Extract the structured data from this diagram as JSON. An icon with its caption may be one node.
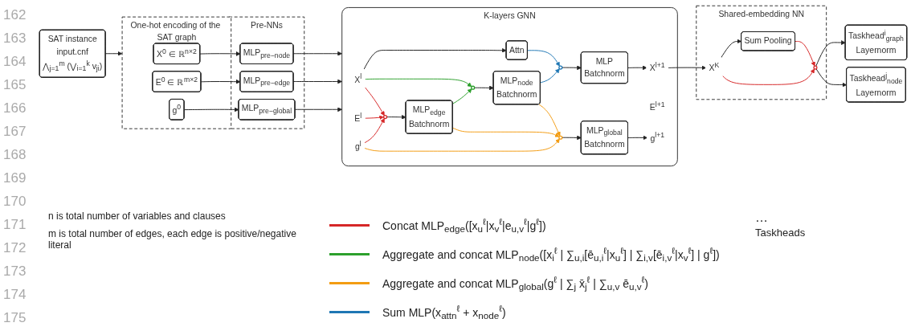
{
  "diagram": {
    "nodes": [
      {
        "text": [
          "SAT instance",
          "input.cnf",
          "⋀$_{j=1}$$^{m}$ (⋁$_{i=1}$$^{k}$ v$_{ji}$)"
        ]
      },
      {
        "text": [
          "One-hot encoding of the SAT graph"
        ]
      },
      {
        "text": [
          "X$^{0}$ ∈ ℝ$^{n×2}$"
        ],
        "in": 1
      },
      {
        "text": [
          "E$^{0}$ ∈ ℝ$^{m×2}$"
        ],
        "in": 1
      },
      {
        "text": [
          "g$^{0}$"
        ],
        "in": 1
      },
      {
        "text": [
          "Pre-NNs"
        ]
      },
      {
        "text": [
          "MLP$_{pre−node}$"
        ],
        "in": 5
      },
      {
        "text": [
          "MLP$_{pre−edge}$"
        ],
        "in": 5
      },
      {
        "text": [
          "MLP$_{pre−global}$"
        ],
        "in": 5
      },
      {
        "text": [
          "K-layers GNN"
        ]
      },
      {
        "text": [
          "X$^{l}$"
        ],
        "in": 9
      },
      {
        "text": [
          "E$^{l}$"
        ],
        "in": 9
      },
      {
        "text": [
          "g$^{l}$"
        ],
        "in": 9
      },
      {
        "text": [
          "Attn"
        ],
        "in": 9
      },
      {
        "text": [],
        "shape": "circle",
        "in": 9
      },
      {
        "text": [
          "MLP$_{node}$",
          "Batchnorm"
        ],
        "in": 9
      },
      {
        "text": [],
        "shape": "circle",
        "in": 9
      },
      {
        "text": [
          "MLP$_{edge}$",
          "Batchnorm"
        ],
        "in": 9
      },
      {
        "text": [],
        "shape": "circle",
        "in": 9
      },
      {
        "text": [
          "MLP$_{global}$",
          "Batchnorm"
        ],
        "in": 9
      },
      {
        "text": [],
        "shape": "circle",
        "in": 9
      },
      {
        "text": [
          "MLP",
          "Batchnorm"
        ],
        "in": 9
      },
      {
        "text": [
          "X$^{l+1}$"
        ],
        "in": 9
      },
      {
        "text": [
          "E$^{l+1}$"
        ],
        "in": 9
      },
      {
        "text": [
          "g$^{l+1}$"
        ],
        "in": 9
      },
      {
        "text": [
          "Shared-embedding NN"
        ]
      },
      {
        "text": [
          "X$^{K}$"
        ],
        "in": 25
      },
      {
        "text": [
          "Sum Pooling"
        ],
        "in": 25
      },
      {
        "text": [],
        "shape": "circle",
        "in": 25
      },
      {
        "text": [
          "Taskhead$^{i}$$_{graph}$",
          "Layernorm"
        ]
      },
      {
        "text": [
          "Taskhead$^{j}$$_{node}$",
          "Layernorm"
        ]
      }
    ],
    "edges": [
      {
        "from": 0,
        "to": 1,
        "arrow": "to"
      },
      {
        "from": 2,
        "to": 6,
        "arrow": "to"
      },
      {
        "from": 3,
        "to": 7,
        "arrow": "to"
      },
      {
        "from": 4,
        "to": 8,
        "arrow": "to"
      },
      {
        "from": 6,
        "to": 9,
        "arrow": "to"
      },
      {
        "from": 7,
        "to": 9,
        "arrow": "to"
      },
      {
        "from": 8,
        "to": 9,
        "arrow": "to"
      },
      {
        "from": 10,
        "to": 13,
        "arrow": "to"
      },
      {
        "from": 10,
        "to": 14,
        "arrow": "to",
        "color": "#2ca02c"
      },
      {
        "from": 14,
        "to": 15,
        "arrow": "to"
      },
      {
        "from": 15,
        "to": 20,
        "arrow": "to",
        "color": "#1f77b4"
      },
      {
        "from": 13,
        "to": 20,
        "arrow": "to",
        "color": "#1f77b4"
      },
      {
        "from": 20,
        "to": 21,
        "arrow": "to"
      },
      {
        "from": 21,
        "to": 22,
        "arrow": "to"
      },
      {
        "from": 10,
        "to": 16,
        "arrow": "to",
        "color": "#d62728"
      },
      {
        "from": 11,
        "to": 16,
        "arrow": "to",
        "color": "#d62728"
      },
      {
        "from": 12,
        "to": 16,
        "arrow": "to",
        "color": "#d62728"
      },
      {
        "from": 16,
        "to": 17,
        "arrow": "to"
      },
      {
        "from": 17,
        "to": 14,
        "arrow": "to",
        "color": "#2ca02c"
      },
      {
        "from": 17,
        "to": 18,
        "arrow": "to",
        "color": "#f39c12"
      },
      {
        "from": 15,
        "to": 18,
        "arrow": "to",
        "color": "#f39c12"
      },
      {
        "from": 12,
        "to": 18,
        "arrow": "to",
        "color": "#f39c12"
      },
      {
        "from": 18,
        "to": 19,
        "arrow": "to"
      },
      {
        "from": 19,
        "to": 24,
        "arrow": "to"
      },
      {
        "from": 22,
        "to": 26,
        "arrow": "to"
      },
      {
        "from": 26,
        "to": 27,
        "arrow": "to"
      },
      {
        "from": 27,
        "to": 28,
        "arrow": "to",
        "color": "#d62728"
      },
      {
        "from": 26,
        "to": 28,
        "arrow": "to",
        "color": "#d62728"
      },
      {
        "from": 28,
        "to": 29,
        "arrow": "to"
      },
      {
        "from": 28,
        "to": 30,
        "arrow": "to"
      }
    ],
    "labels": [
      "162",
      "163",
      "164",
      "165",
      "166",
      "167",
      "168",
      "169",
      "170",
      "171",
      "172",
      "173",
      "174",
      "175",
      "…",
      "Taskheads",
      "n is total number of variables and clauses",
      "m is total number of edges, each edge is positive/negative literal"
    ],
    "legend": [
      {
        "text": "Concat MLP$_{edge}$([x$_{u}$$^{ℓ}$|x$_{v}$$^{ℓ}$|e$_{u,v}$$^{ℓ}$|g$^{ℓ}$])",
        "color": "#d62728"
      },
      {
        "text": "Aggregate and concat MLP$_{node}$([x$_{i}$$^{ℓ}$ | ∑$_{u,i}$[ē$_{u,i}$$^{ℓ}$|x$_{u}$$^{ℓ}$] | ∑$_{i,v}$[ē$_{i,v}$$^{ℓ}$|x$_{v}$$^{ℓ}$] | g$^{ℓ}$])",
        "color": "#2ca02c"
      },
      {
        "text": "Aggregate and concat MLP$_{global}$(g$^{ℓ}$ | ∑$_{j}$ x̄$_{j}$$^{ℓ}$ | ∑$_{u,v}$ ē$_{u,v}$$^{ℓ}$)",
        "color": "#f39c12"
      },
      {
        "text": "Sum MLP(x$_{attn}$$^{ℓ}$ + x$_{node}$$^{ℓ}$)",
        "color": "#1f77b4"
      }
    ]
  }
}
